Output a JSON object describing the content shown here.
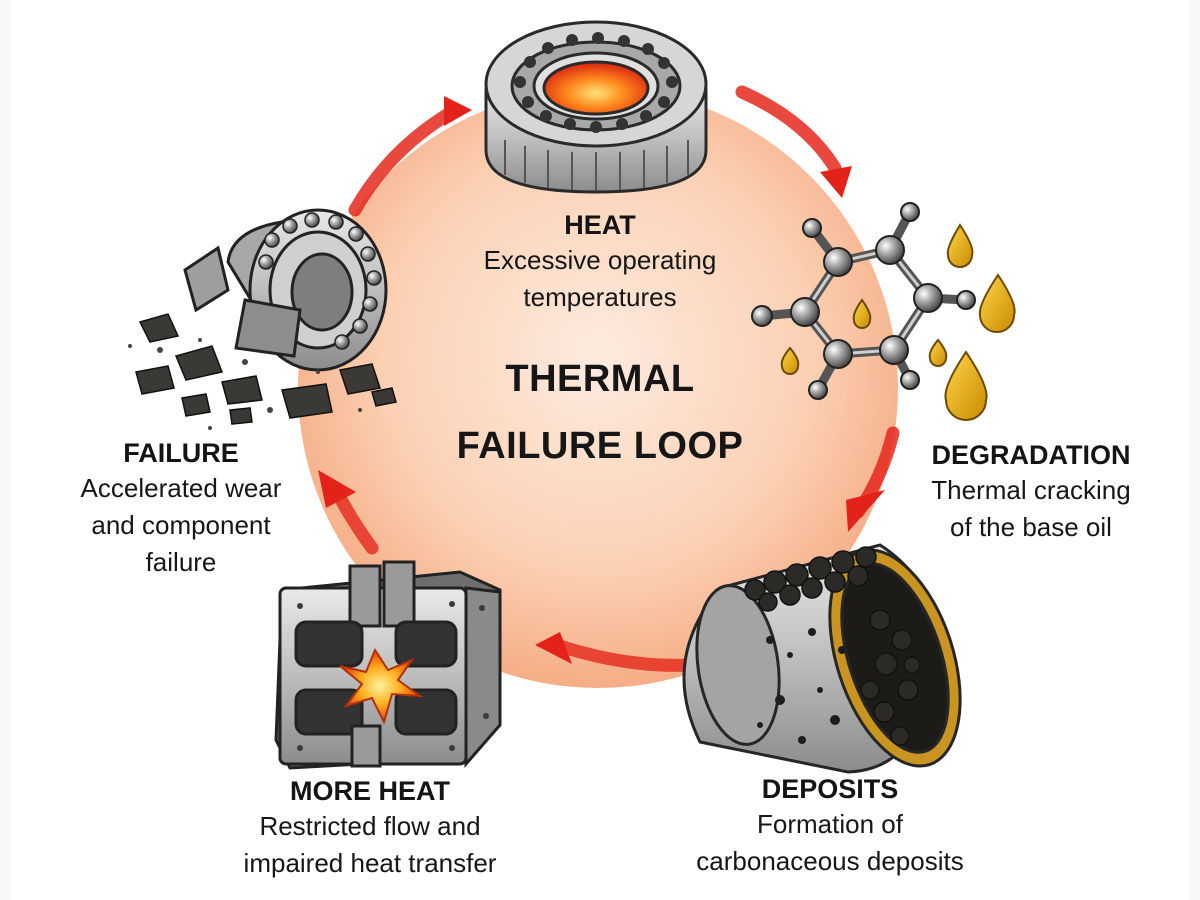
{
  "diagram": {
    "title_line1": "THERMAL",
    "title_line2": "FAILURE LOOP",
    "steps": [
      {
        "label": "HEAT",
        "description_line1": "Excessive operating",
        "description_line2": "temperatures",
        "icon": "hot-bearing-icon"
      },
      {
        "label": "DEGRADATION",
        "description_line1": "Thermal cracking",
        "description_line2": "of the base oil",
        "icon": "oil-molecule-icon"
      },
      {
        "label": "DEPOSITS",
        "description_line1": "Formation of",
        "description_line2": "carbonaceous deposits",
        "icon": "clogged-cylinder-icon"
      },
      {
        "label": "MORE HEAT",
        "description_line1": "Restricted flow and",
        "description_line2": "impaired heat transfer",
        "icon": "overheated-block-icon"
      },
      {
        "label": "FAILURE",
        "description_line1": "Accelerated wear",
        "description_line2": "and component",
        "description_line3": "failure",
        "icon": "broken-bearing-icon"
      }
    ],
    "colors": {
      "arrow": "#e5281c",
      "circle_center": "#fde3d0",
      "circle_edge": "#f6b58e",
      "oil": "#e8ad10",
      "metal": "#b9b9b9"
    }
  }
}
